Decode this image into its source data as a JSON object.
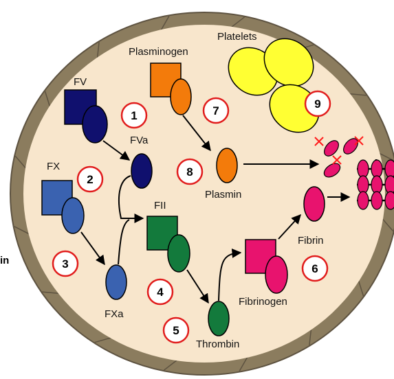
{
  "side_label": "in",
  "labels": {
    "fv": "FV",
    "fva": "FVa",
    "fx": "FX",
    "fxa": "FXa",
    "fii": "FII",
    "thrombin": "Thrombin",
    "fibrinogen": "Fibrinogen",
    "fibrin": "Fibrin",
    "plasminogen": "Plasminogen",
    "plasmin": "Plasmin",
    "platelets": "Platelets"
  },
  "steps": [
    "1",
    "2",
    "3",
    "4",
    "5",
    "6",
    "7",
    "8",
    "9"
  ],
  "colors": {
    "background": "#ffffff",
    "cell_fill": "#f8e6cc",
    "cell_border": "#8b7c5e",
    "cell_border_stroke": "#5d5240",
    "fv": "#10106e",
    "fx": "#3a62b0",
    "fii": "#137a3c",
    "fibrinogen": "#e8136e",
    "plasminogen": "#f37b0b",
    "platelets": "#ffff33",
    "step_ring": "#e11c1c",
    "cross": "#ff1a1a"
  }
}
